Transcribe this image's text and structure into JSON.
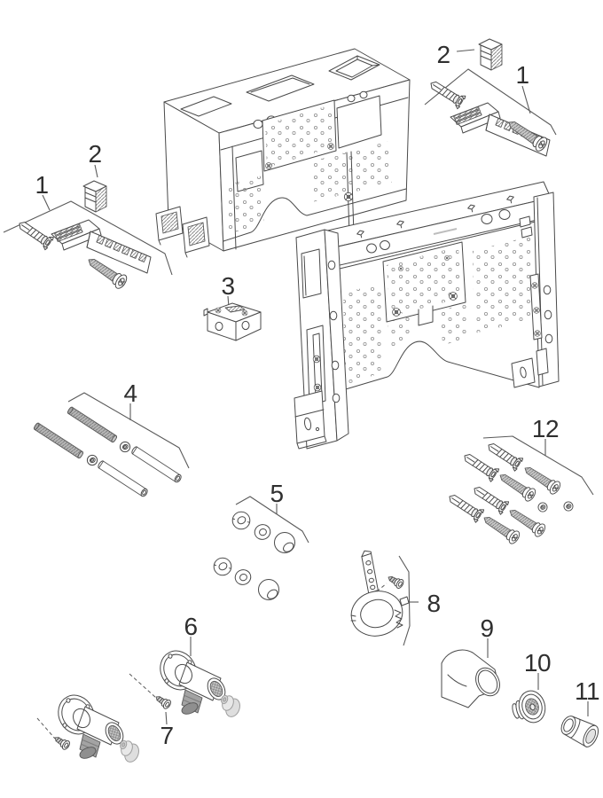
{
  "diagram_type": "exploded-spare-parts-diagram",
  "background_color": "#ffffff",
  "line_color": "#4a4a4a",
  "callout_color": "#2f2f2f",
  "shade_dark": "#a3a3a3",
  "shade_mid": "#c9c9c9",
  "shade_light": "#e2e2e2",
  "callouts": {
    "c1_left": "1",
    "c2_left": "2",
    "c1_right": "1",
    "c2_right": "2",
    "c3": "3",
    "c4": "4",
    "c5": "5",
    "c6": "6",
    "c7": "7",
    "c8": "8",
    "c9": "9",
    "c10": "10",
    "c11": "11",
    "c12": "12"
  },
  "parts": [
    {
      "callout": "1",
      "icon": "wall-anchor-bracket-screw-set-icon",
      "occurrences": 2
    },
    {
      "callout": "2",
      "icon": "angle-clip-icon",
      "occurrences": 2
    },
    {
      "callout": "3",
      "icon": "mounting-bracket-icon",
      "occurrences": 1
    },
    {
      "callout": "4",
      "icon": "threaded-rod-nut-sleeve-set-icon",
      "occurrences": 1
    },
    {
      "callout": "5",
      "icon": "nut-washer-cap-set-icon",
      "occurrences": 1
    },
    {
      "callout": "6",
      "icon": "wall-elbow-fitting-icon",
      "occurrences": 2
    },
    {
      "callout": "7",
      "icon": "fixing-screw-icon",
      "occurrences": 2
    },
    {
      "callout": "8",
      "icon": "pipe-clamp-with-screw-icon",
      "occurrences": 1
    },
    {
      "callout": "9",
      "icon": "elbow-pipe-bend-icon",
      "occurrences": 1
    },
    {
      "callout": "10",
      "icon": "threaded-connector-icon",
      "occurrences": 1
    },
    {
      "callout": "11",
      "icon": "connector-sleeve-icon",
      "occurrences": 1
    },
    {
      "callout": "12",
      "icon": "screw-and-wall-plug-set-icon",
      "occurrences": 1
    }
  ],
  "frames": [
    {
      "icon": "installation-frame-upper-icon"
    },
    {
      "icon": "installation-frame-lower-icon"
    }
  ]
}
